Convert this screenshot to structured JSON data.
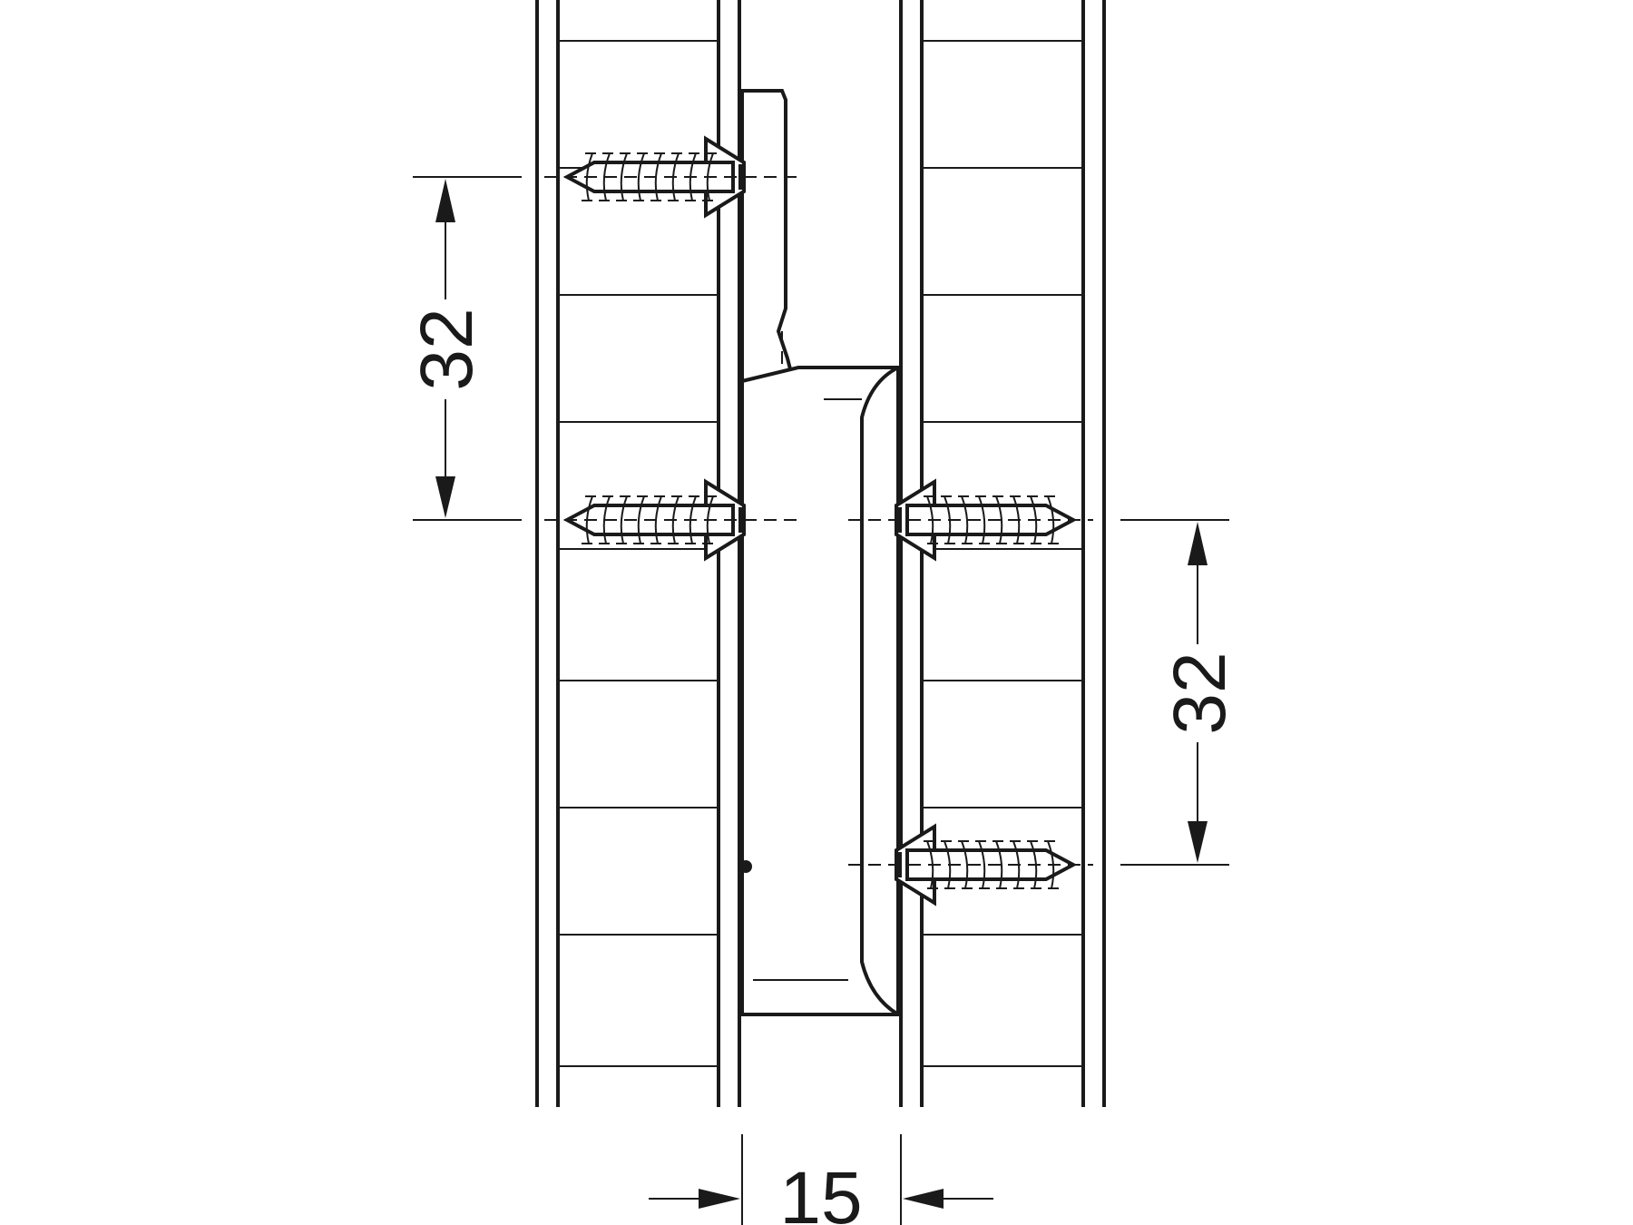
{
  "dimensions": {
    "left_pitch": "32",
    "right_pitch": "32",
    "gap_width": "15"
  },
  "colors": {
    "line": "#1a1a1a",
    "background": "#ffffff"
  }
}
